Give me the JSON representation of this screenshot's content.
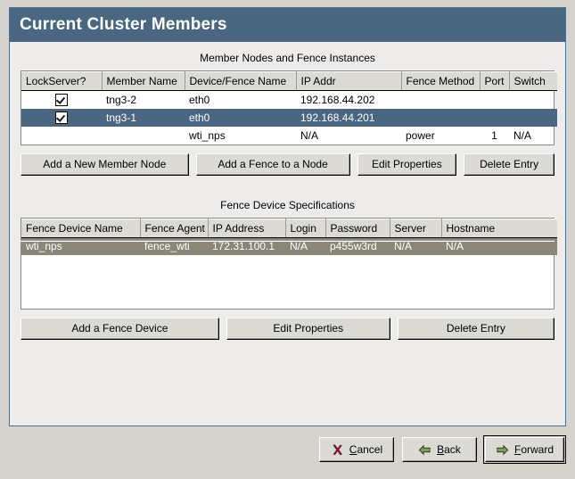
{
  "window": {
    "title": "Current Cluster Members"
  },
  "colors": {
    "titlebar": "#4a6781",
    "selection_focused": "#4a6781",
    "selection_unfocused": "#8a8778",
    "panel_bg": "#eeeceb",
    "button_bg": "#dcdad5",
    "cancel_icon": "#8b1a2b",
    "arrow_icon": "#6a8e4e"
  },
  "members_section": {
    "caption": "Member Nodes and Fence Instances",
    "columns": [
      "LockServer?",
      "Member Name",
      "Device/Fence Name",
      "IP Addr",
      "Fence Method",
      "Port",
      "Switch"
    ],
    "rows": [
      {
        "selected": false,
        "lockserver": true,
        "member_name": "tng3-2",
        "device_fence_name": "eth0",
        "ip_addr": "192.168.44.202",
        "fence_method": "",
        "port": "",
        "switch": ""
      },
      {
        "selected": true,
        "lockserver": true,
        "member_name": "tng3-1",
        "device_fence_name": "eth0",
        "ip_addr": "192.168.44.201",
        "fence_method": "",
        "port": "",
        "switch": ""
      },
      {
        "selected": false,
        "lockserver": false,
        "member_name": "",
        "device_fence_name": "wti_nps",
        "ip_addr": "N/A",
        "fence_method": "power",
        "port": "1",
        "switch": "N/A"
      }
    ],
    "buttons": [
      "Add a New Member Node",
      "Add a Fence to a Node",
      "Edit Properties",
      "Delete Entry"
    ]
  },
  "fence_section": {
    "caption": "Fence Device Specifications",
    "columns": [
      "Fence Device Name",
      "Fence Agent",
      "IP Address",
      "Login",
      "Password",
      "Server",
      "Hostname"
    ],
    "rows": [
      {
        "selected": true,
        "fence_device_name": "wti_nps",
        "fence_agent": "fence_wti",
        "ip_address": "172.31.100.1",
        "login": "N/A",
        "password": "p455w3rd",
        "server": "N/A",
        "hostname": "N/A"
      }
    ],
    "buttons": [
      "Add a Fence Device",
      "Edit Properties",
      "Delete Entry"
    ]
  },
  "navigation": {
    "cancel": {
      "label_pre": "C",
      "label_key": "C",
      "label": "Cancel",
      "icon": "cancel-x-icon"
    },
    "back": {
      "label": "Back",
      "icon": "arrow-left-icon"
    },
    "forward": {
      "label": "Forward",
      "icon": "arrow-right-icon",
      "is_default": true
    }
  }
}
